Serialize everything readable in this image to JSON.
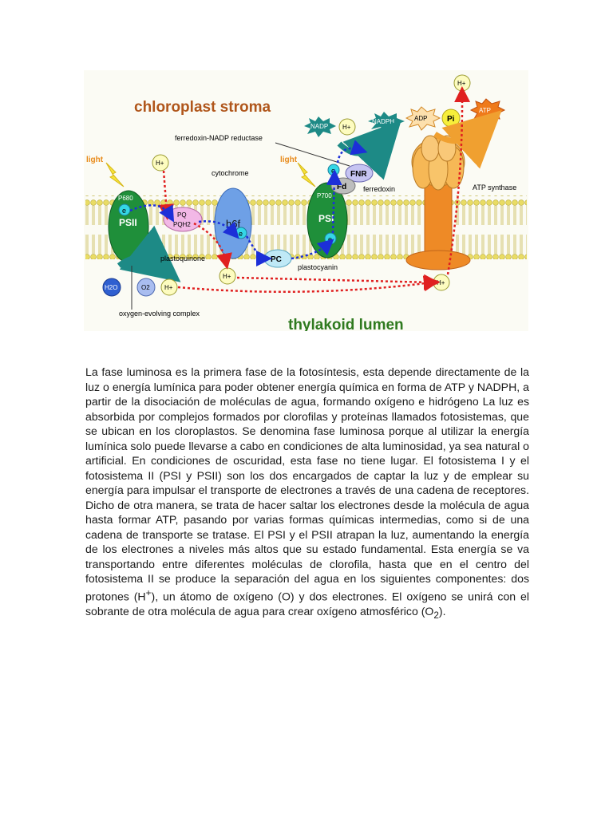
{
  "diagram": {
    "title_stroma": "chloroplast stroma",
    "title_lumen": "thylakoid lumen",
    "labels": {
      "light_left": "light",
      "light_right": "light",
      "p680": "P680",
      "psii": "PSII",
      "p700": "P700",
      "psi": "PSI",
      "cytochrome": "cytochrome",
      "b6f": "b6f",
      "pq": "PQ",
      "pqh2": "PQH2",
      "plastoquinone": "plastoquinone",
      "pc": "PC",
      "plastocyanin": "plastocyanin",
      "fnr": "FNR",
      "fd": "Fd",
      "ferredoxin": "ferredoxin",
      "fnr_full": "ferredoxin-NADP reductase",
      "nadp": "NADP",
      "nadph": "NADPH",
      "adp": "ADP",
      "pi": "Pi",
      "atp": "ATP",
      "atp_synthase": "ATP synthase",
      "h2o": "H2O",
      "o2": "O2",
      "oec": "oxygen-evolving complex",
      "hplus": "H+",
      "electron": "e"
    },
    "colors": {
      "arrow_red": "#e02020",
      "arrow_blue": "#1c2fd8",
      "title_stroma": "#b0561b",
      "title_lumen": "#2f7a1f",
      "psii_green": "#1f8f3a",
      "cyt_blue": "#6ea0e6",
      "atp_orange": "#f2a13a",
      "pq_pink": "#f2b8e6"
    }
  },
  "paragraph": {
    "part1": "La fase luminosa es la primera fase de la fotosíntesis, esta depende directamente de la luz o energía lumínica para poder obtener energía química en forma de ATP y NADPH, a partir de la disociación de moléculas de agua, formando oxígeno e hidrógeno  La luz es absorbida por complejos formados por clorofilas y proteínas llamados fotosistemas, que se ubican en los cloroplastos. Se denomina fase luminosa porque al utilizar la energía lumínica solo puede llevarse a cabo en condiciones de alta luminosidad, ya sea natural o artificial. En condiciones de oscuridad, esta fase no tiene lugar. El fotosistema I y el fotosistema II (PSI y PSII) son los dos encargados de captar la luz y de emplear su energía para impulsar el transporte de electrones a través de una cadena de receptores. Dicho de otra manera, se trata de hacer saltar los electrones desde la molécula de agua hasta formar ATP, pasando por varias formas químicas intermedias, como si de una cadena de transporte se tratase. El PSI y el PSII atrapan la luz, aumentando la energía de los electrones a niveles más altos que su estado fundamental. Esta energía se va transportando entre diferentes moléculas de clorofila, hasta que en el centro del fotosistema II se produce la separación del agua en los siguientes componentes: dos protones (H",
    "sup1": "+",
    "part2": "), un átomo de oxígeno (O) y dos electrones. El oxígeno se unirá con el sobrante de otra molécula de agua para crear oxígeno atmosférico (O",
    "sub1": "2",
    "part3": ")."
  }
}
